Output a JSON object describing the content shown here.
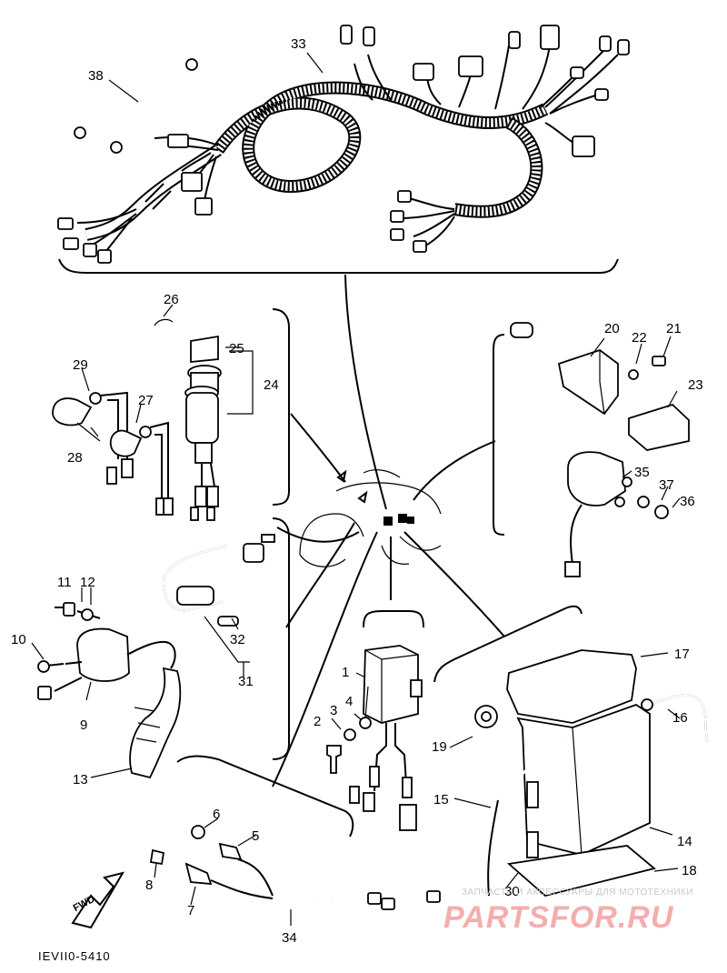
{
  "diagram_code": "IEVII0-5410",
  "direction_label": "FWD",
  "watermark": {
    "top_text": "ЗАПЧАСТИ И АКСЕССУАРЫ ДЛЯ МОТОТЕХНИКИ",
    "main_text": "PARTSFOR.RU"
  },
  "callouts": [
    "1",
    "2",
    "3",
    "4",
    "5",
    "6",
    "7",
    "8",
    "9",
    "10",
    "11",
    "12",
    "13",
    "14",
    "15",
    "16",
    "17",
    "18",
    "19",
    "20",
    "21",
    "22",
    "23",
    "24",
    "25",
    "26",
    "27",
    "28",
    "29",
    "30",
    "31",
    "32",
    "33",
    "34",
    "35",
    "36",
    "37",
    "38"
  ]
}
